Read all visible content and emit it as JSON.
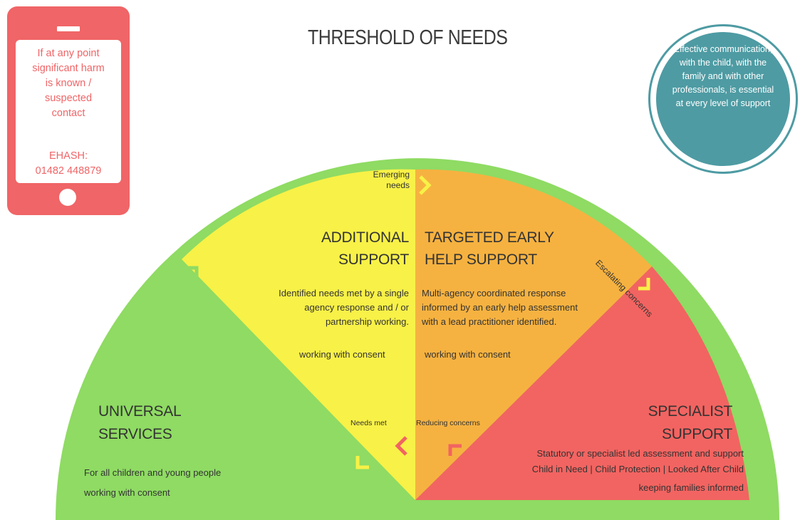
{
  "title": "THRESHOLD OF NEEDS",
  "phone": {
    "message_lines": [
      "If at any point",
      "significant harm",
      "is known /",
      "suspected",
      "contact"
    ],
    "ehash_lines": [
      "EHASH:",
      "01482 448879"
    ]
  },
  "communication_circle": {
    "text": "Effective communication, with the child, with the family and with other professionals, is essential at every level of support"
  },
  "transitions": {
    "emerging_lines": [
      "Emerging",
      "needs"
    ],
    "escalating": "Escalating concerns",
    "needs_met": "Needs met",
    "reducing": "Reducing concerns"
  },
  "zones": {
    "universal": {
      "title_lines": [
        "UNIVERSAL",
        "SERVICES"
      ],
      "desc_lines": [
        "For all children and young people",
        "working with consent"
      ]
    },
    "additional": {
      "title_lines": [
        "ADDITIONAL",
        "SUPPORT"
      ],
      "desc_lines": [
        "Identified needs met by a single",
        "agency response and / or",
        "partnership working."
      ],
      "consent": "working with consent"
    },
    "targeted": {
      "title_lines": [
        "TARGETED EARLY",
        "HELP SUPPORT"
      ],
      "desc_lines": [
        "Multi-agency coordinated response",
        "informed by an early help assessment",
        "with a lead practitioner identified."
      ],
      "consent": "working with consent"
    },
    "specialist": {
      "title_lines": [
        "SPECIALIST",
        "SUPPORT"
      ],
      "desc_lines": [
        "Statutory or specialist led assessment and support",
        "Child in Need | Child Protection | Looked After Child",
        "keeping families informed"
      ]
    }
  },
  "colors": {
    "green": "#8fdb63",
    "yellow": "#f8f147",
    "orange": "#f6b240",
    "red": "#f26461",
    "teal": "#4e9ba3",
    "phone_red": "#f06567"
  }
}
